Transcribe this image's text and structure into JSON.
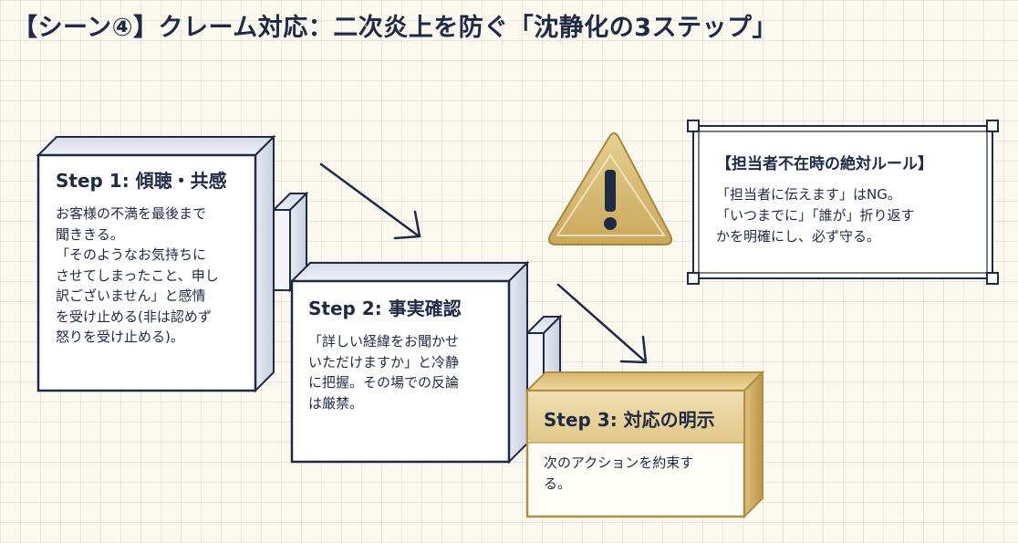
{
  "title": "【シーン④】クレーム対応：二次炎上を防ぐ「沈静化の3ステップ」",
  "steps": [
    {
      "heading": "Step 1: 傾聴・共感",
      "body": "お客様の不満を最後まで\n聞ききる。\n「そのようなお気持ちに\nさせてしまったこと、申し\n訳ございません」と感情\nを受け止める(非は認めず\n怒りを受け止める)。"
    },
    {
      "heading": "Step 2: 事実確認",
      "body": "「詳しい経緯をお聞かせ\nいただけますか」と冷静\nに把握。その場での反論\nは厳禁。"
    },
    {
      "heading": "Step 3: 対応の明示",
      "body": "次のアクションを約束す\nる。"
    }
  ],
  "rule": {
    "heading": "【担当者不在時の絶対ルール】",
    "body": "「担当者に伝えます」はNG。\n「いつまでに」「誰が」折り返す\nかを明確にし、必ず守る。"
  },
  "icons": [
    "warning-icon"
  ],
  "colors": {
    "navy": "#1f2a44",
    "gold": "#c9a85a",
    "gold_light": "#f1e3bd",
    "card_side": "#dfe3ee"
  }
}
